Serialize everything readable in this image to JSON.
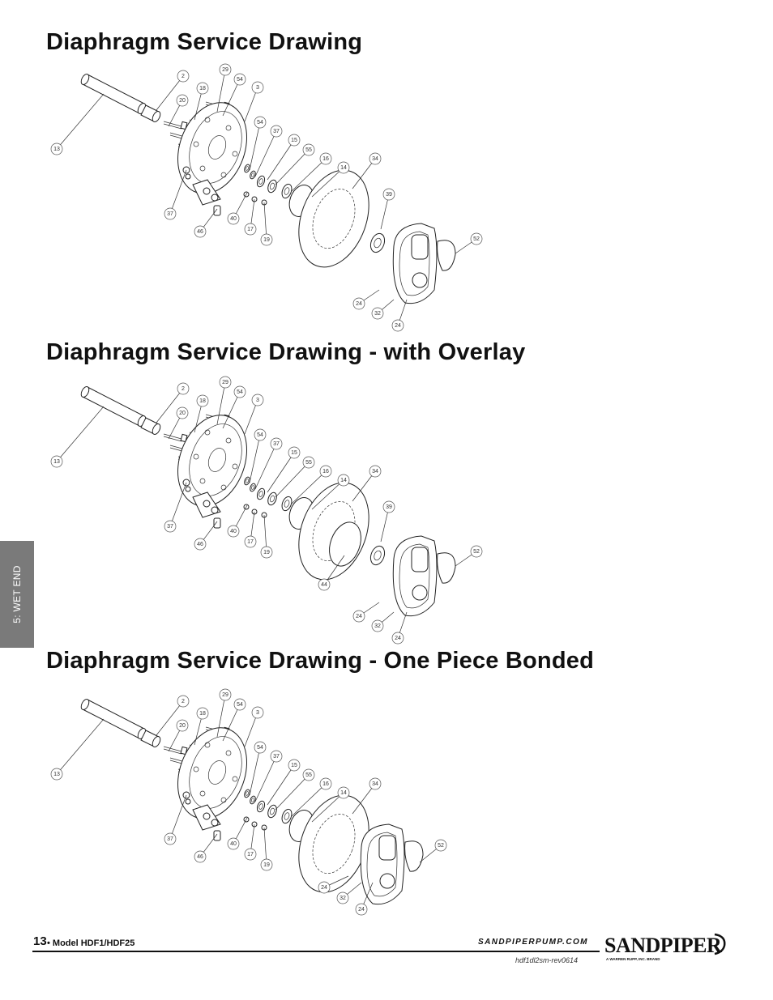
{
  "sections": [
    {
      "title": "Diaphragm Service Drawing",
      "labels": [
        "2",
        "29",
        "54",
        "3",
        "18",
        "20",
        "54",
        "37",
        "15",
        "55",
        "16",
        "14",
        "34",
        "13",
        "39",
        "52",
        "37",
        "40",
        "17",
        "19",
        "46",
        "24",
        "32",
        "24"
      ]
    },
    {
      "title": "Diaphragm Service Drawing - with Overlay",
      "labels": [
        "2",
        "29",
        "54",
        "3",
        "18",
        "20",
        "54",
        "37",
        "15",
        "55",
        "16",
        "14",
        "34",
        "13",
        "39",
        "52",
        "37",
        "40",
        "17",
        "19",
        "46",
        "44",
        "24",
        "32",
        "24"
      ]
    },
    {
      "title": "Diaphragm Service Drawing - One Piece Bonded",
      "labels": [
        "2",
        "29",
        "54",
        "3",
        "18",
        "20",
        "54",
        "37",
        "15",
        "55",
        "16",
        "14",
        "34",
        "13",
        "52",
        "37",
        "40",
        "17",
        "19",
        "46",
        "24",
        "32",
        "24"
      ]
    }
  ],
  "side_tab": "5: WET END",
  "footer": {
    "page_number": "13",
    "model": "• Model HDF1/HDF25",
    "url": "SANDPIPERPUMP.COM",
    "revision": "hdf1dl2sm-rev0614",
    "logo_text": "SANDPIPER",
    "logo_tagline": "A WARREN RUPP, INC. BRAND"
  }
}
